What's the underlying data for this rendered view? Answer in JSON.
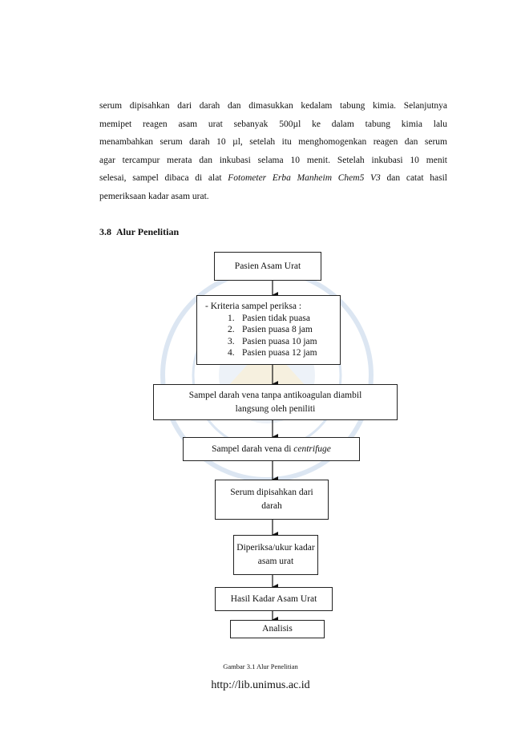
{
  "paragraph": {
    "lines": [
      "serum dipisahkan dari darah dan dimasukkan kedalam tabung kimia. Selanjutnya",
      "memipet reagen asam urat sebanyak 500µl ke dalam tabung kimia lalu",
      "menambahkan serum darah 10 µl, setelah itu menghomogenkan reagen dan serum",
      "agar tercampur merata dan inkubasi selama 10 menit. Setelah inkubasi 10 menit"
    ],
    "line5_before": "selesai, sampel dibaca di alat ",
    "line5_italic": "Fotometer Erba Manheim Chem5 V3",
    "line5_after": " dan catat hasil",
    "line6": "pemeriksaan kadar asam urat."
  },
  "section": {
    "number": "3.8",
    "title": "Alur Penelitian"
  },
  "flowchart": {
    "box1": "Pasien Asam Urat",
    "box2": {
      "heading": "- Kriteria sampel periksa :",
      "items": [
        {
          "num": "1.",
          "text": "Pasien tidak puasa"
        },
        {
          "num": "2.",
          "text": "Pasien puasa 8 jam"
        },
        {
          "num": "3.",
          "text": "Pasien puasa 10 jam"
        },
        {
          "num": "4.",
          "text": "Pasien puasa 12 jam"
        }
      ]
    },
    "box3": "Sampel darah vena tanpa antikoagulan diambil langsung oleh peniliti",
    "box4_before": "Sampel darah vena di ",
    "box4_italic": "centrifuge",
    "box5": "Serum dipisahkan dari darah",
    "box6": "Diperiksa/ukur kadar asam urat",
    "box7": "Hasil Kadar Asam Urat",
    "box8": "Analisis"
  },
  "caption": "Gambar 3.1 Alur Penelitian",
  "footer": "http://lib.unimus.ac.id"
}
